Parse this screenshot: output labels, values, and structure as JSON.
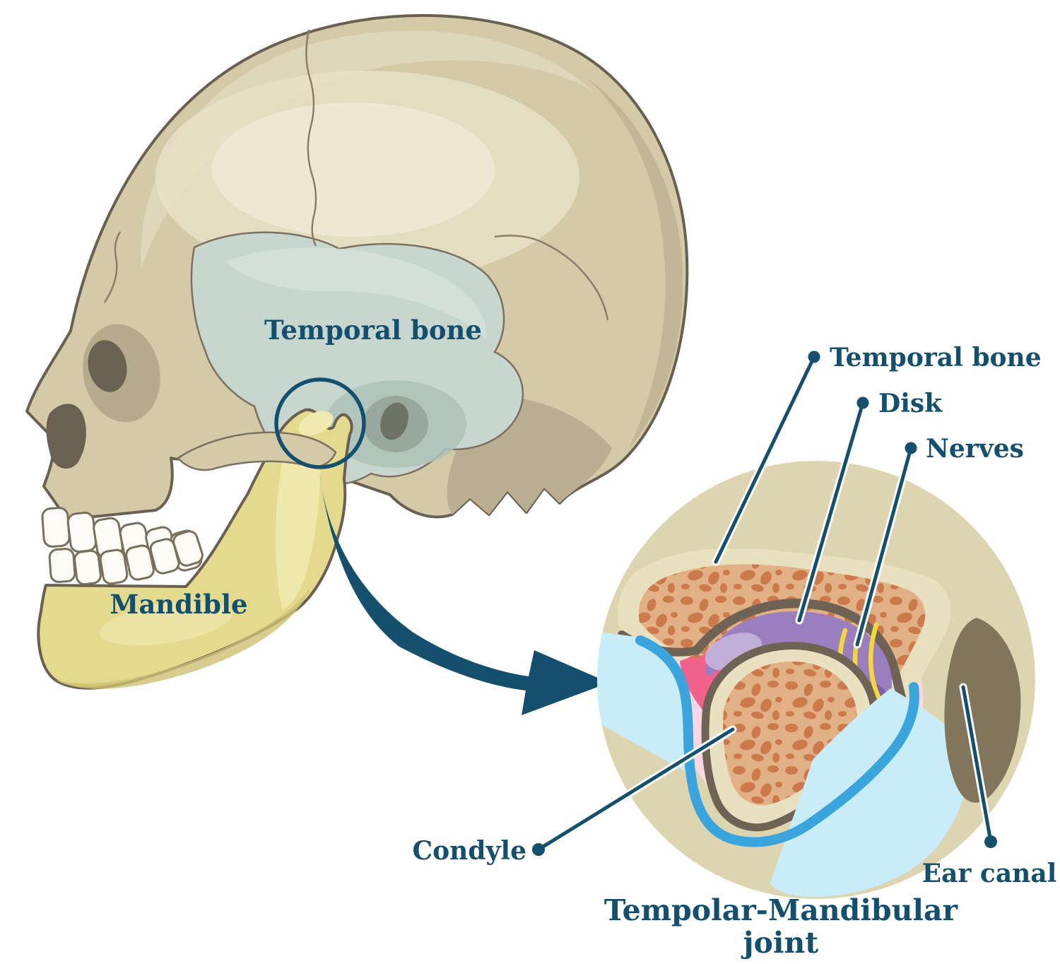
{
  "figure": {
    "type": "anatomical-diagram",
    "subject": "Temporomandibular joint",
    "skull_view": {
      "labels": {
        "temporal_bone": "Temporal bone",
        "mandible": "Mandible"
      }
    },
    "detail_view": {
      "labels": {
        "temporal_bone": "Temporal bone",
        "disk": "Disk",
        "nerves": "Nerves",
        "condyle": "Condyle",
        "ear_canal": "Ear canal"
      },
      "caption": {
        "line1": "Tempolar-Mandibular",
        "line2": "joint"
      }
    },
    "colors": {
      "label_navy": "#14506e",
      "skull_beige": "#d5caa8",
      "temporal_teal": "#c7d7cf",
      "mandible_yellow": "#e3da8e",
      "detail_background": "#ddd4b0",
      "bone_cortical_cream": "#e9e0bf",
      "bone_spongy_tan": "#e1b084",
      "bone_spot_orange": "#cc7a4c",
      "fossa_outline_brown": "#6f6355",
      "capsule_pink_light": "#fbd7e5",
      "capsule_pink_hot": "#f2618c",
      "disk_purple": "#9a7ec0",
      "nerve_yellow": "#f3d839",
      "capsule_blue": "#3aa4dd",
      "fluid_blue_light": "#c9ecf9",
      "ear_canal_gray": "#81755c"
    }
  }
}
